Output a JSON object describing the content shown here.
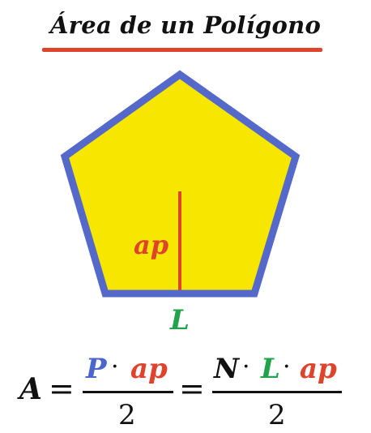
{
  "title": "Área de un Polígono",
  "figure": {
    "apothem_label": "ap",
    "side_label": "L"
  },
  "formula": {
    "lhs": "A",
    "equals": "=",
    "num1_p": "P",
    "dot": "·",
    "num1_ap": "ap",
    "den": "2",
    "num2_n": "N",
    "num2_l": "L",
    "num2_ap": "ap"
  },
  "colors": {
    "fill": "#f7e600",
    "outline": "#5469c9",
    "apothem": "#e0432c",
    "side_label": "#22a24a",
    "perimeter": "#4a66cc",
    "text": "#111111"
  }
}
